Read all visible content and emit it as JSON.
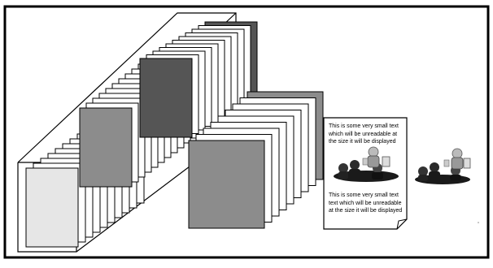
{
  "document": {
    "top_paragraph": [
      "This is some very small text",
      "which will be unreadable at",
      "the size it will be displayed"
    ],
    "bottom_paragraph": [
      "This is some very small text",
      "text which will be unreadable",
      "at the size it will be displayed"
    ]
  },
  "colors": {
    "light_pages": "#e6e6e6",
    "medium_pages": "#8c8c8c",
    "dark_pages": "#555555",
    "outline": "#000000"
  },
  "icons": [
    "people-group-icon",
    "people-group-icon"
  ]
}
